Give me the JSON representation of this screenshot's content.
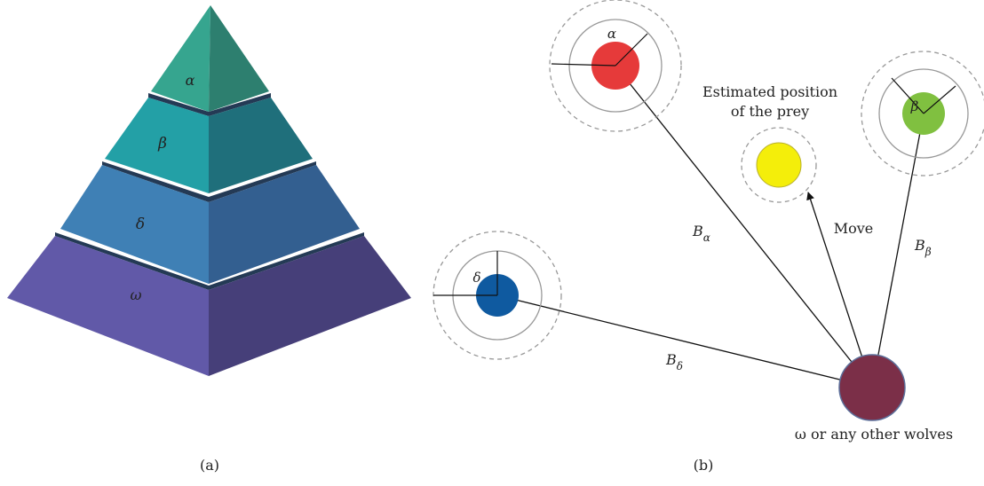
{
  "panel_a": {
    "caption": "(a)",
    "levels": [
      {
        "symbol": "α",
        "left_color": "#36a58f",
        "right_color": "#2d7f6f"
      },
      {
        "symbol": "β",
        "left_color": "#23a0a6",
        "right_color": "#1f6f7b"
      },
      {
        "symbol": "δ",
        "left_color": "#3f80b5",
        "right_color": "#335f90"
      },
      {
        "symbol": "ω",
        "left_color": "#6159a8",
        "right_color": "#463f79"
      }
    ],
    "separator_color": "#243a55"
  },
  "panel_b": {
    "caption": "(b)",
    "prey_label_line1": "Estimated position",
    "prey_label_line2": "of the prey",
    "move_label": "Move",
    "omega_label": "ω or any other wolves",
    "wolves": {
      "alpha": {
        "symbol": "α",
        "color": "#e63a3a"
      },
      "beta": {
        "symbol": "β",
        "color": "#80c040"
      },
      "delta": {
        "symbol": "δ",
        "color": "#0f5aa0"
      },
      "prey": {
        "color": "#f4ee0a"
      },
      "omega": {
        "color": "#7b2f48"
      }
    },
    "distances": [
      {
        "base": "B",
        "subscript": "α"
      },
      {
        "base": "B",
        "subscript": "β"
      },
      {
        "base": "B",
        "subscript": "δ"
      }
    ]
  }
}
